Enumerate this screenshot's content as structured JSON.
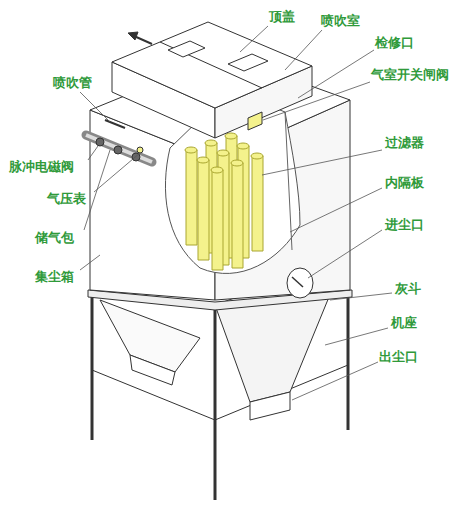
{
  "diagram": {
    "labels": [
      "顶盖",
      "喷吹室",
      "检修口",
      "气室开关闸阀",
      "过滤器",
      "内隔板",
      "进尘口",
      "灰斗",
      "机座",
      "出尘口",
      "喷吹管",
      "脉冲电磁阀",
      "气压表",
      "储气包",
      "集尘箱"
    ]
  }
}
